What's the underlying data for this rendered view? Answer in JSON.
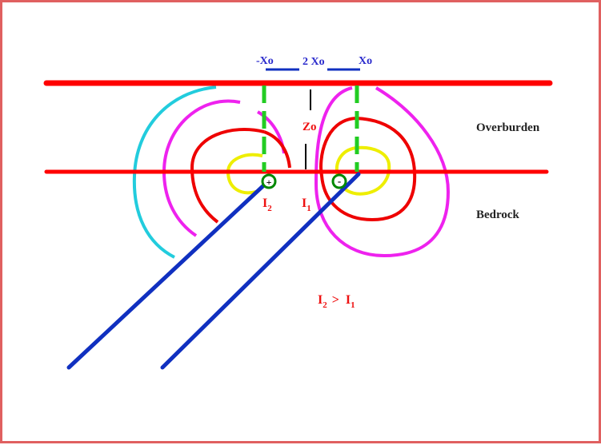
{
  "diagram": {
    "labels": {
      "neg_xo": "-Xo",
      "two_xo": "2 Xo",
      "xo": "Xo",
      "zo": "Zo",
      "overburden": "Overburden",
      "bedrock": "Bedrock",
      "current_2": "I",
      "current_2_sub": "2",
      "current_1": "I",
      "current_1_sub": "1",
      "relation_i2": "I",
      "relation_sub2": "2",
      "relation_op": ">",
      "relation_i1": "I",
      "relation_sub1": "1",
      "plus_sign": "+",
      "minus_sign": "-"
    },
    "colors": {
      "frame_border": "#e06060",
      "surface_line": "#ff0000",
      "bedrock_line": "#ff0000",
      "conductor": "#1030c0",
      "projection": "#22cc22",
      "contour_cyan": "#22ccdd",
      "contour_magenta": "#ee22ee",
      "contour_red": "#ee0000",
      "contour_yellow": "#eeee00",
      "electrode_ring": "#008800",
      "blue_text": "#2a2acc",
      "red_text": "#ee1111",
      "black_text": "#222222"
    }
  }
}
